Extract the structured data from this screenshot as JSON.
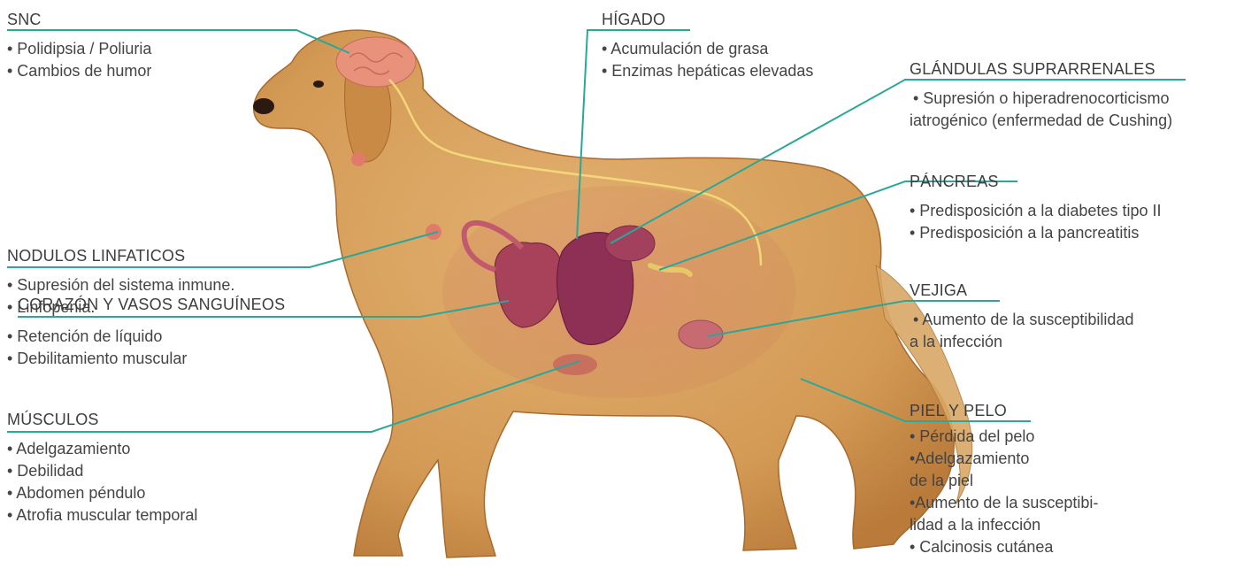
{
  "accent_color": "#2ba79a",
  "illustration": {
    "subject": "dog-anatomy",
    "fur_color": "#d69f5c",
    "organ_color": "#9b3a55"
  },
  "sections": {
    "snc": {
      "title": "SNC",
      "items": [
        "• Polidipsia / Poliuria",
        "• Cambios de humor"
      ]
    },
    "nodulos": {
      "title": "NODULOS LINFATICOS",
      "items": [
        "• Supresión del sistema inmune.",
        "• Linfopenia."
      ]
    },
    "corazon": {
      "title": "CORAZÓN Y VASOS SANGUÍNEOS",
      "items": [
        "• Retención de líquido",
        "• Debilitamiento muscular"
      ]
    },
    "musculos": {
      "title": "MÚSCULOS",
      "items": [
        "• Adelgazamiento",
        "• Debilidad",
        "• Abdomen péndulo",
        "• Atrofia muscular temporal"
      ]
    },
    "higado": {
      "title": "HÍGADO",
      "items": [
        "• Acumulación de grasa",
        "• Enzimas hepáticas elevadas"
      ]
    },
    "suprarrenales": {
      "title": "GLÁNDULAS SUPRARRENALES",
      "items": [
        "• Supresión o hiperadrenocorticismo",
        "iatrogénico (enfermedad de Cushing)"
      ]
    },
    "pancreas": {
      "title": "PÁNCREAS",
      "items": [
        "• Predisposición a la diabetes tipo II",
        "• Predisposición a la pancreatitis"
      ]
    },
    "vejiga": {
      "title": "VEJIGA",
      "items": [
        "• Aumento de la susceptibilidad",
        "a la infección"
      ]
    },
    "piel": {
      "title": "PIEL Y PELO",
      "items": [
        "• Pérdida del pelo",
        "•Adelgazamiento",
        "de la piel",
        "•Aumento de la susceptibi-",
        "lidad a la infección",
        "• Calcinosis cutánea"
      ]
    }
  }
}
